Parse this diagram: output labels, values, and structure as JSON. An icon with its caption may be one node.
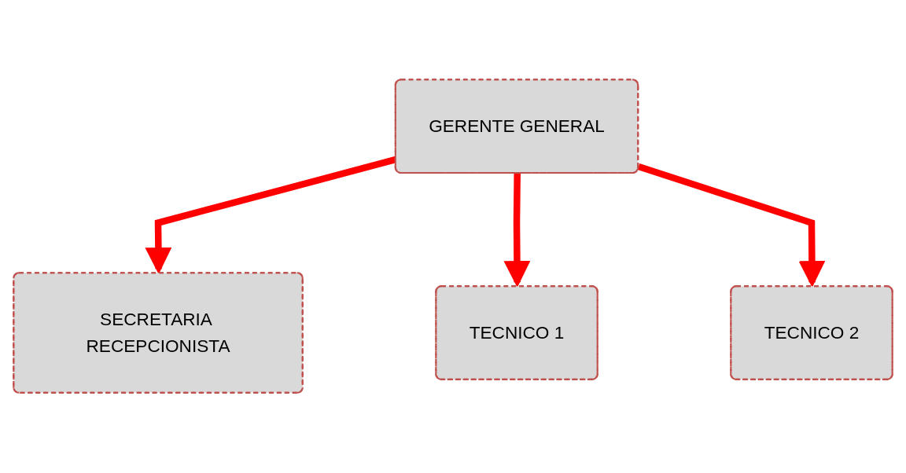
{
  "diagram": {
    "nodes": [
      {
        "text": [
          "GERENTE GENERAL"
        ]
      },
      {
        "text": [
          "SECRETARIA RECEPCIONISTA"
        ]
      },
      {
        "text": [
          "TECNICO 1"
        ]
      },
      {
        "text": [
          "TECNICO 2"
        ]
      }
    ],
    "edges": [
      {
        "from": 0,
        "to": 1,
        "arrow": "to",
        "color": "#ff0000"
      },
      {
        "from": 0,
        "to": 2,
        "arrow": "to",
        "color": "#ff0000"
      },
      {
        "from": 0,
        "to": 3,
        "arrow": "to",
        "color": "#ff0000"
      }
    ]
  }
}
